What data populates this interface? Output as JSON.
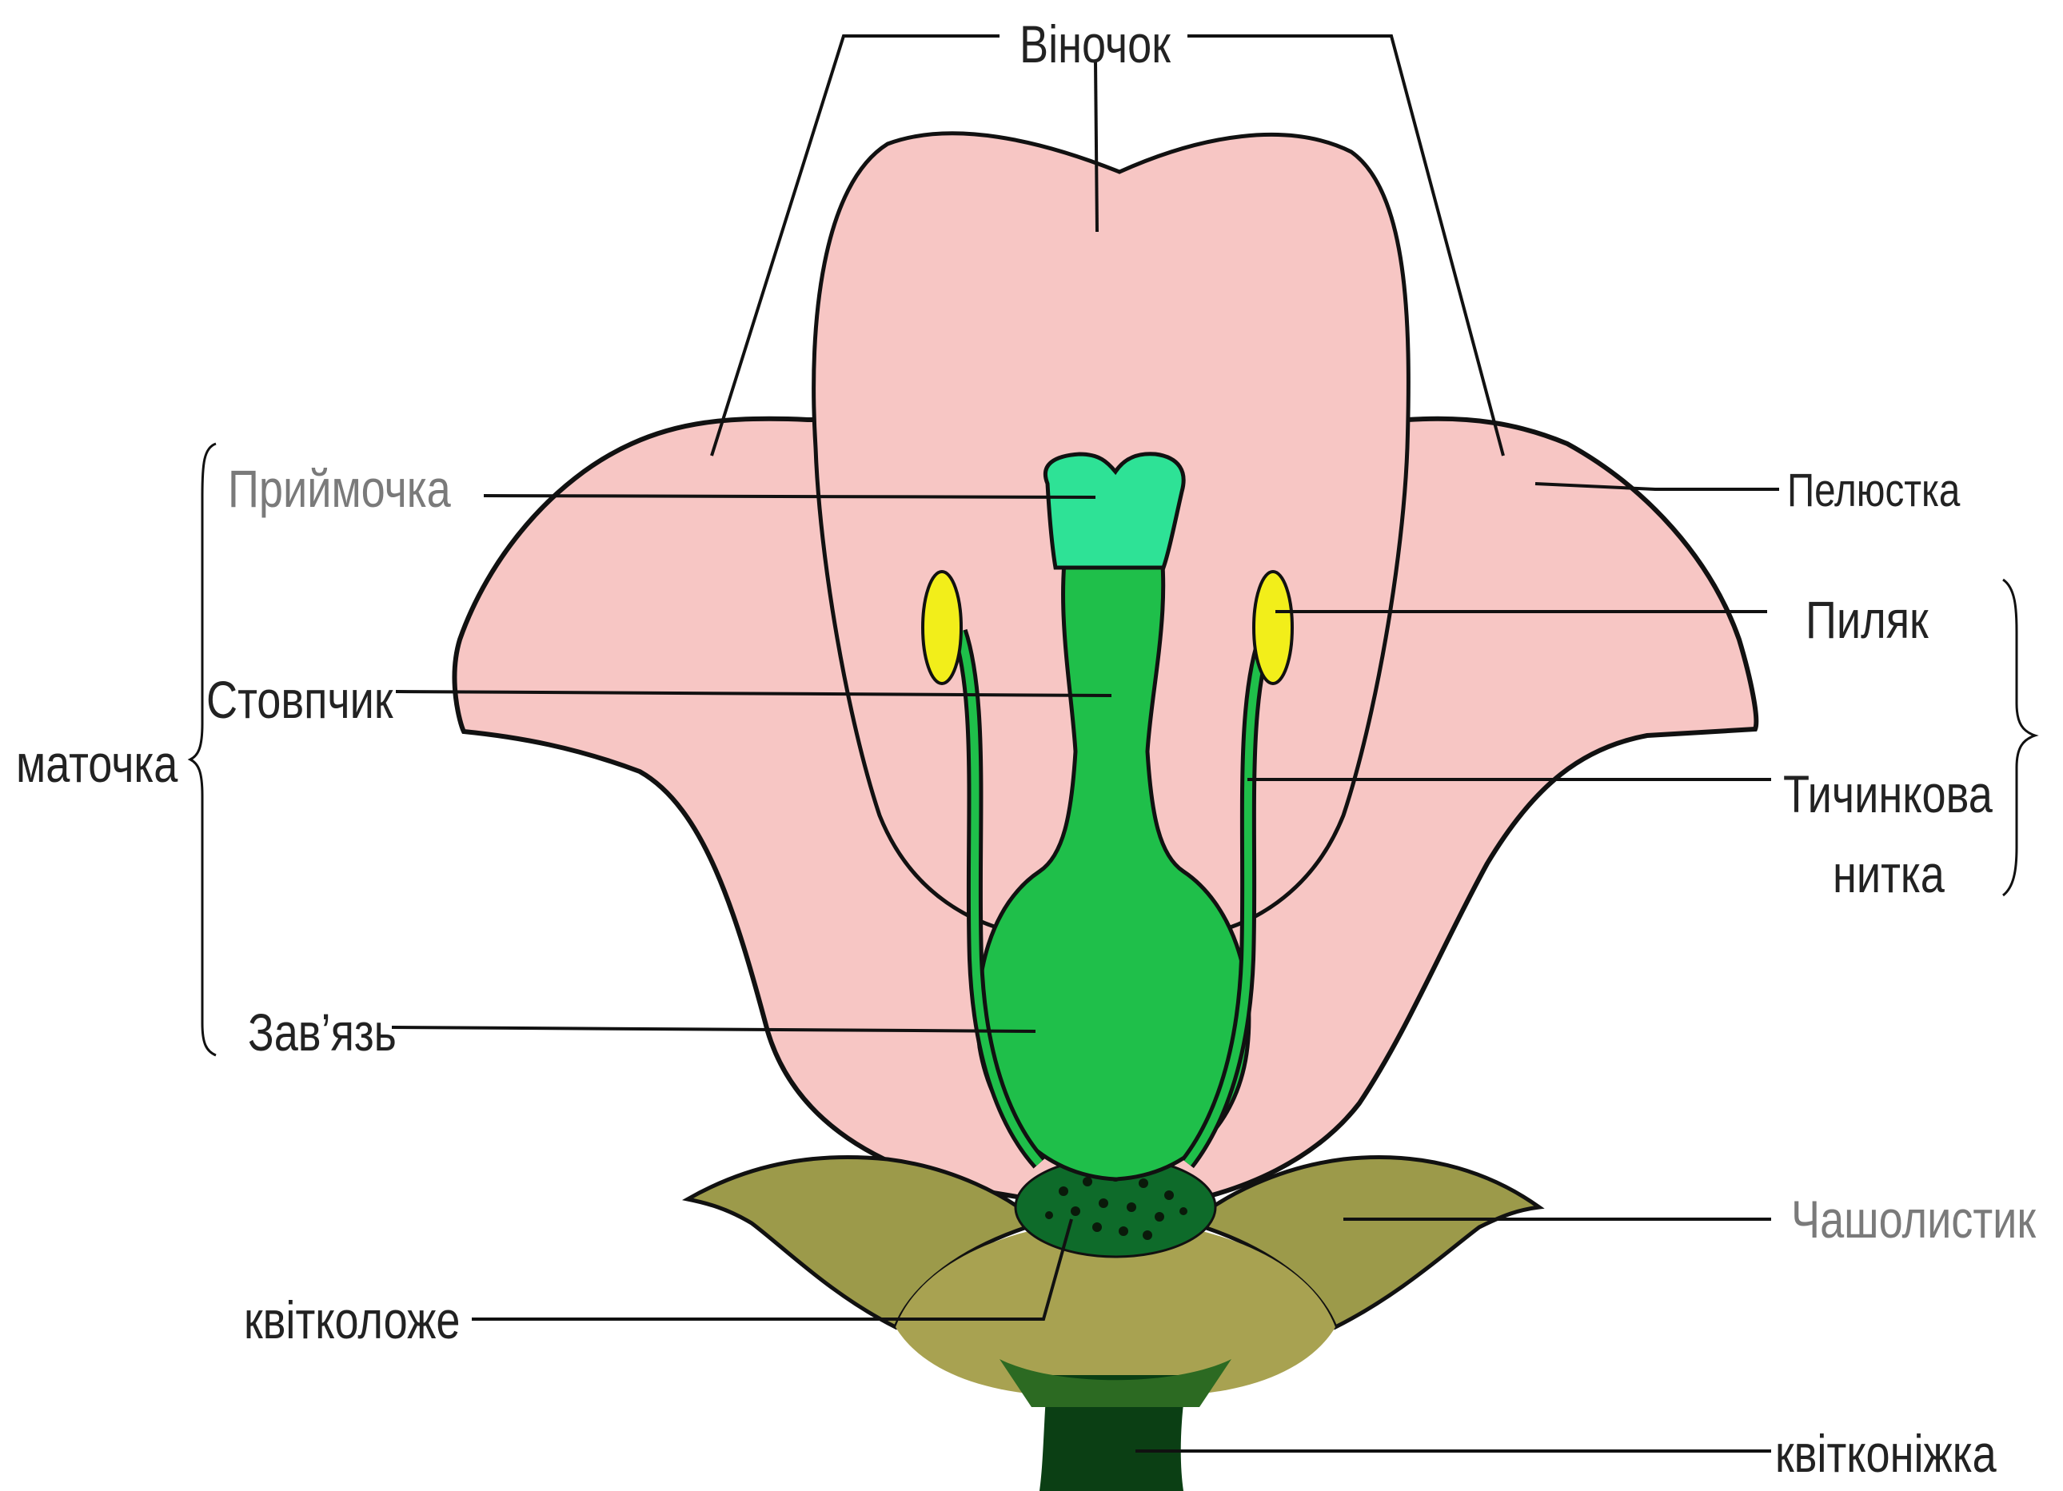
{
  "labels": {
    "corolla": "Віночок",
    "petal": "Пелюстка",
    "stigma": "Приймочка",
    "style": "Стовпчик",
    "pistil": "маточка",
    "ovary": "Зав’язь",
    "anther": "Пиляк",
    "filament_line1": "Тичинкова",
    "filament_line2": "нитка",
    "sepal": "Чашолистик",
    "receptacle": "квітколоже",
    "pedicel": "квітконіжка"
  },
  "colors": {
    "petal": "#f7c6c4",
    "outline": "#111111",
    "pistil": "#1fbf4a",
    "stigma": "#29e08c",
    "anther": "#f2ee1a",
    "sepal": "#9c9a4a",
    "receptacle": "#0e6b2a",
    "pedicel": "#0b3f14",
    "leader": "#111111"
  }
}
